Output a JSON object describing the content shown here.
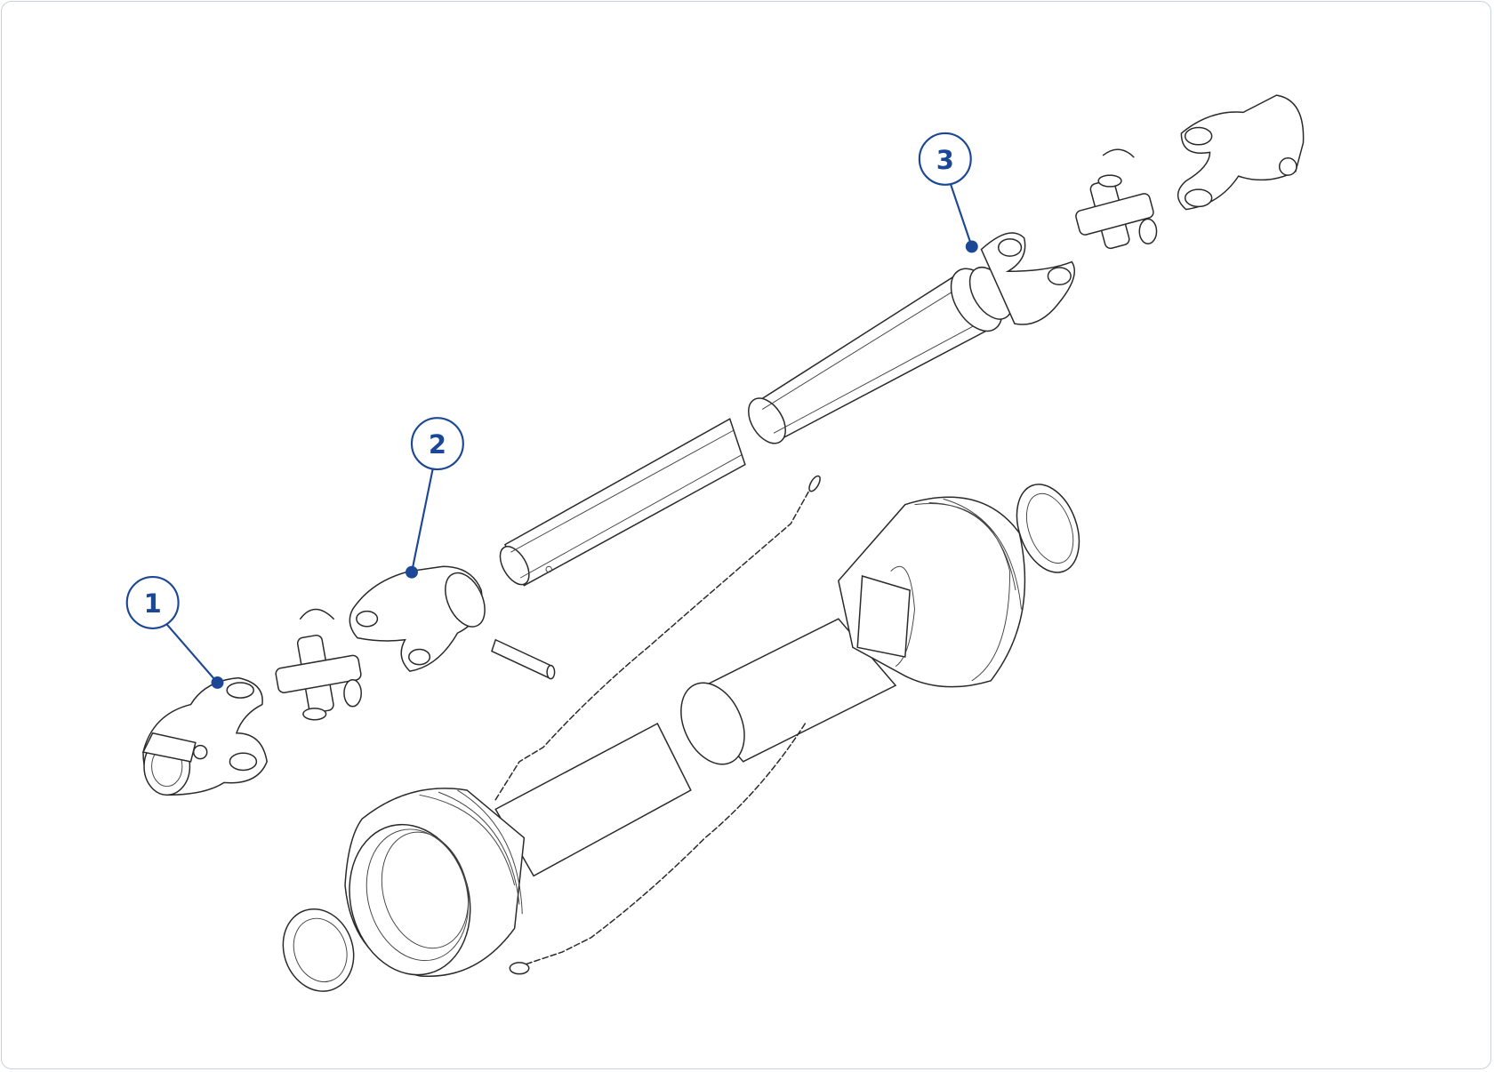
{
  "diagram": {
    "type": "exploded-parts-diagram",
    "accent_color": "#1b4796",
    "callouts": [
      {
        "label": "1",
        "part": "tractor-side-yoke"
      },
      {
        "label": "2",
        "part": "inner-tube-yoke"
      },
      {
        "label": "3",
        "part": "outer-tube-yoke"
      }
    ]
  }
}
